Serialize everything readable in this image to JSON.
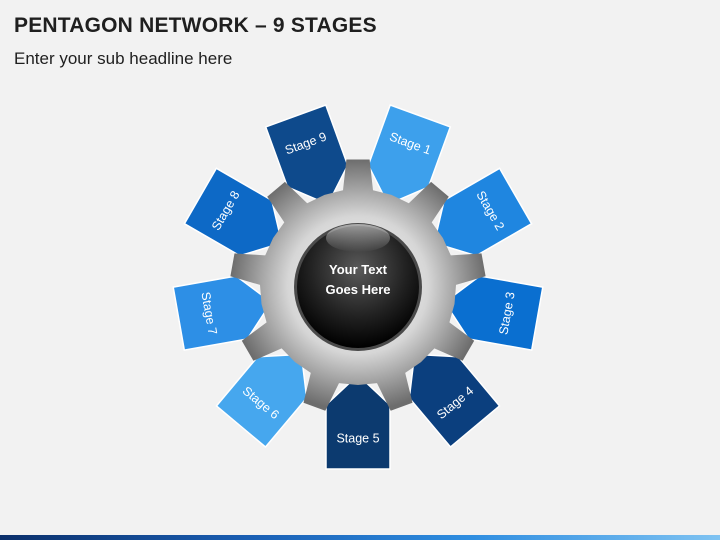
{
  "slide": {
    "title": "PENTAGON NETWORK – 9 STAGES",
    "subtitle": "Enter your sub headline here"
  },
  "center": {
    "line1": "Your Text",
    "line2": "Goes Here"
  },
  "stages": [
    {
      "label": "Stage 1",
      "color": "#3da0ec"
    },
    {
      "label": "Stage 2",
      "color": "#1f86e0"
    },
    {
      "label": "Stage 3",
      "color": "#0a6fd0"
    },
    {
      "label": "Stage 4",
      "color": "#0b3f7e"
    },
    {
      "label": "Stage 5",
      "color": "#0c3a6f"
    },
    {
      "label": "Stage 6",
      "color": "#46a7ee"
    },
    {
      "label": "Stage 7",
      "color": "#2d8fe6"
    },
    {
      "label": "Stage 8",
      "color": "#0d69c6"
    },
    {
      "label": "Stage 9",
      "color": "#0e4a8c"
    }
  ],
  "colors": {
    "background": "#f2f2f2",
    "gear_light": "#d9d9d9",
    "gear_dark": "#7a7a7a",
    "hub": "#1e1e1e"
  }
}
